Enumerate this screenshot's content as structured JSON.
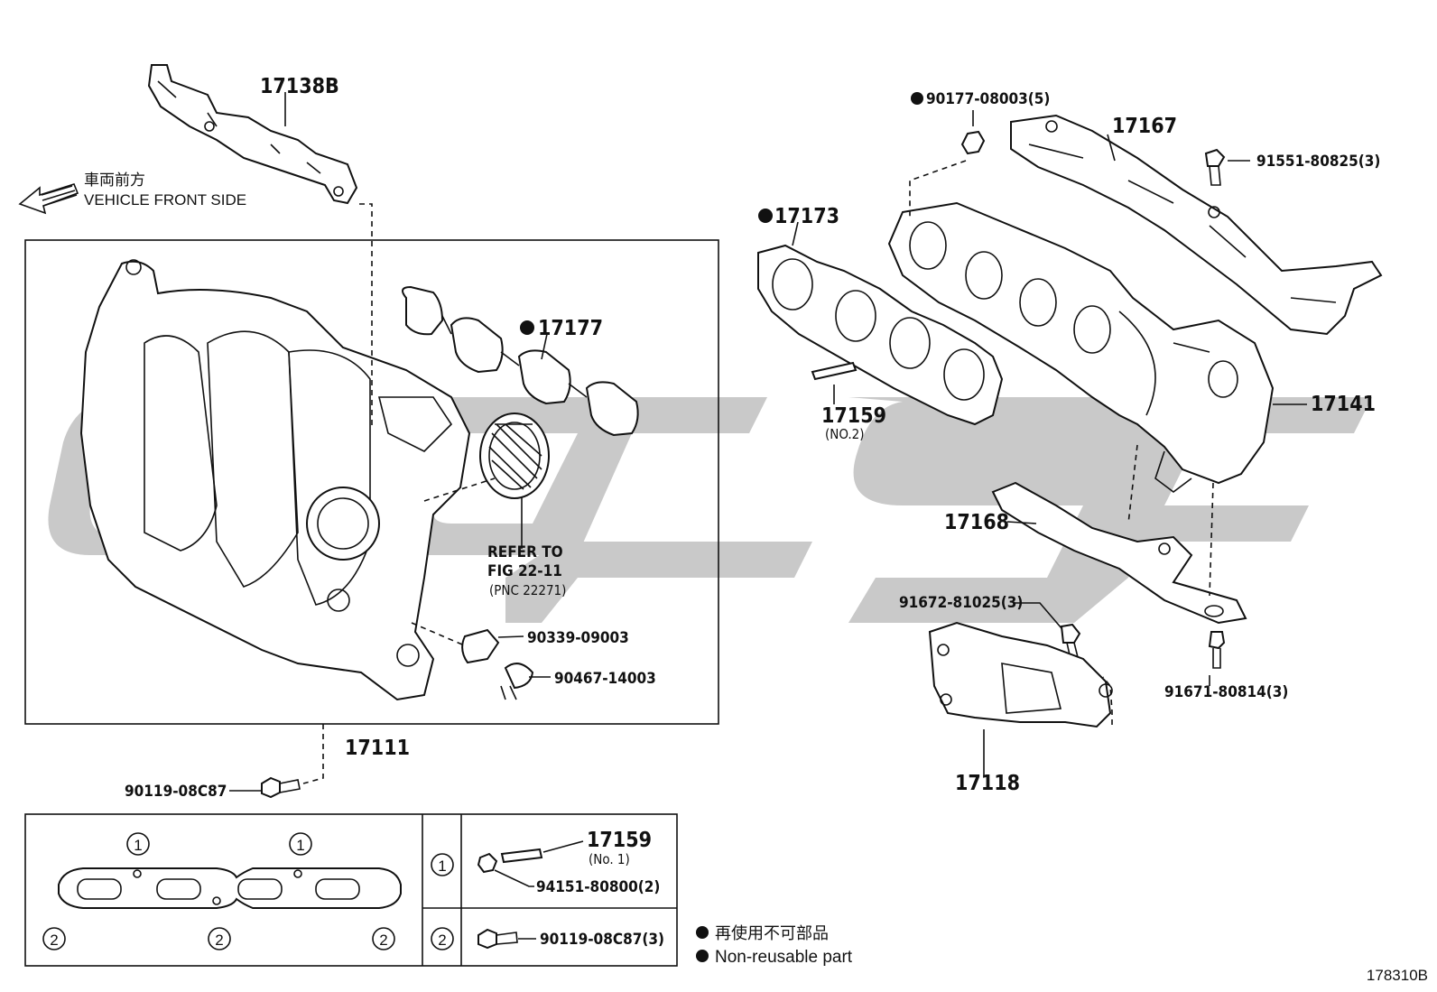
{
  "labels": {
    "p17138b": "17138B",
    "p90177": "90177-08003(5)",
    "p17167": "17167",
    "p91551": "91551-80825(3)",
    "p17173": "17173",
    "p17177": "17177",
    "p17159_no2": "17159",
    "p17159_no2_sub": "(NO.2)",
    "p17141": "17141",
    "p17168": "17168",
    "p91672": "91672-81025(3)",
    "p91671": "91671-80814(3)",
    "p17118": "17118",
    "p17111": "17111",
    "p90119": "90119-08C87",
    "p90339": "90339-09003",
    "p90467": "90467-14003",
    "refer1": "REFER TO",
    "refer2": "FIG 22-11",
    "refer3": "(PNC 22271)"
  },
  "front": {
    "jp": "車両前方",
    "en": "VEHICLE FRONT SIDE"
  },
  "inset": {
    "circle1": "1",
    "circle2": "2",
    "p17159_no1": "17159",
    "p17159_no1_sub": "(No. 1)",
    "p94151": "94151-80800(2)",
    "p90119_3": "90119-08C87(3)"
  },
  "legend": {
    "jp": "再使用不可部品",
    "en": "Non-reusable part"
  },
  "figure_id": "178310B",
  "colors": {
    "ink": "#111111",
    "watermark": "#c9c9c9",
    "background": "#ffffff"
  }
}
